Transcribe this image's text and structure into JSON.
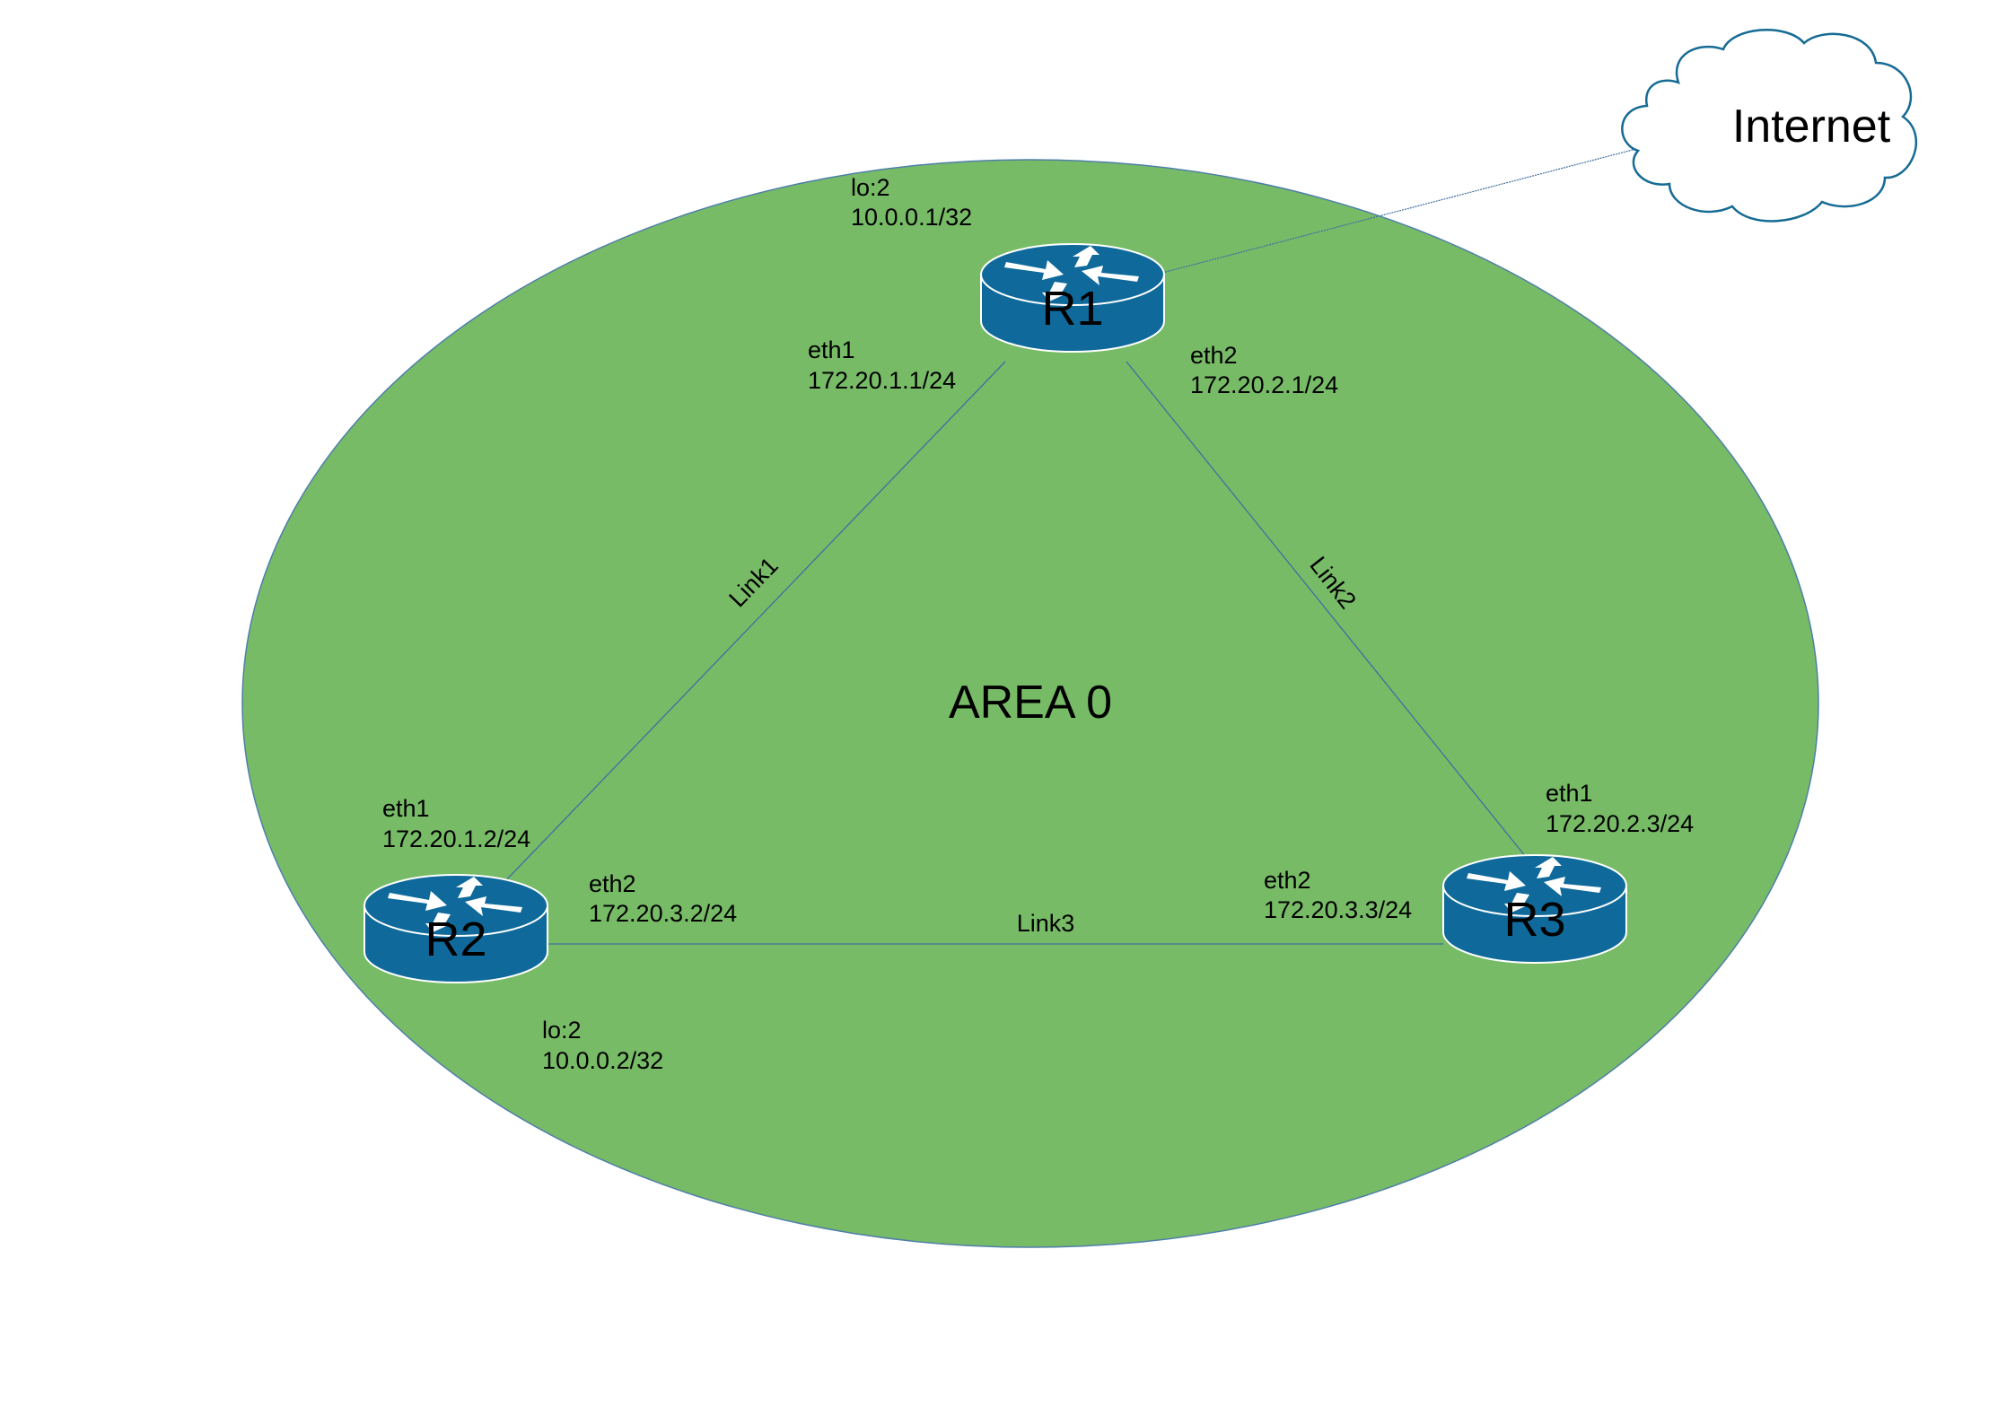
{
  "colors": {
    "area_fill": "#78bb67",
    "area_stroke": "#4e7fa8",
    "router_fill": "#0f6a9b",
    "router_stroke": "#ffffff",
    "link_stroke": "#3f6fa0",
    "cloud_stroke": "#156b93",
    "text": "#000000"
  },
  "area": {
    "label": "AREA 0"
  },
  "cloud": {
    "label": "Internet",
    "icon": "cloud-icon"
  },
  "routers": {
    "r1": {
      "name": "R1",
      "icon": "router-icon",
      "loopback": {
        "name": "lo:2",
        "ip": "10.0.0.1/32"
      },
      "eth1": {
        "name": "eth1",
        "ip": "172.20.1.1/24"
      },
      "eth2": {
        "name": "eth2",
        "ip": "172.20.2.1/24"
      }
    },
    "r2": {
      "name": "R2",
      "icon": "router-icon",
      "loopback": {
        "name": "lo:2",
        "ip": "10.0.0.2/32"
      },
      "eth1": {
        "name": "eth1",
        "ip": "172.20.1.2/24"
      },
      "eth2": {
        "name": "eth2",
        "ip": "172.20.3.2/24"
      }
    },
    "r3": {
      "name": "R3",
      "icon": "router-icon",
      "eth1": {
        "name": "eth1",
        "ip": "172.20.2.3/24"
      },
      "eth2": {
        "name": "eth2",
        "ip": "172.20.3.3/24"
      }
    }
  },
  "links": {
    "link1": "Link1",
    "link2": "Link2",
    "link3": "Link3"
  }
}
